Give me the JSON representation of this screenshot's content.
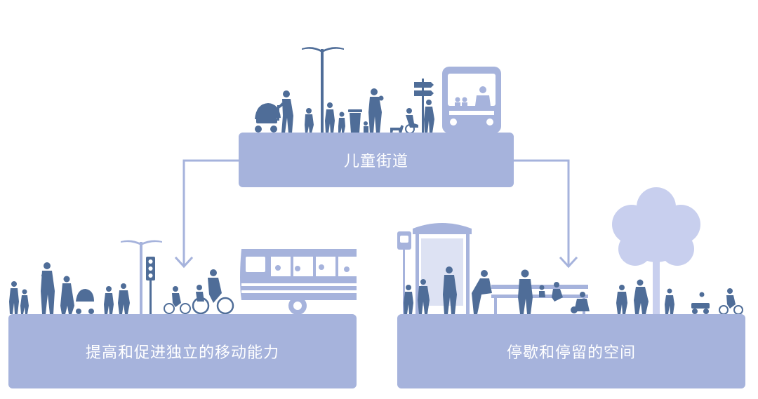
{
  "colors": {
    "box_fill": "#a6b3dc",
    "box_text": "#ffffff",
    "arrow": "#a6b3dc",
    "silhouette": "#4f6d98",
    "silhouette_light": "#a6b3dc",
    "tree": "#c8cfee"
  },
  "diagram": {
    "top_node": {
      "label": "儿童街道"
    },
    "left_node": {
      "label": "提高和促进独立的移动能力"
    },
    "right_node": {
      "label": "停歇和停留的空间"
    }
  }
}
